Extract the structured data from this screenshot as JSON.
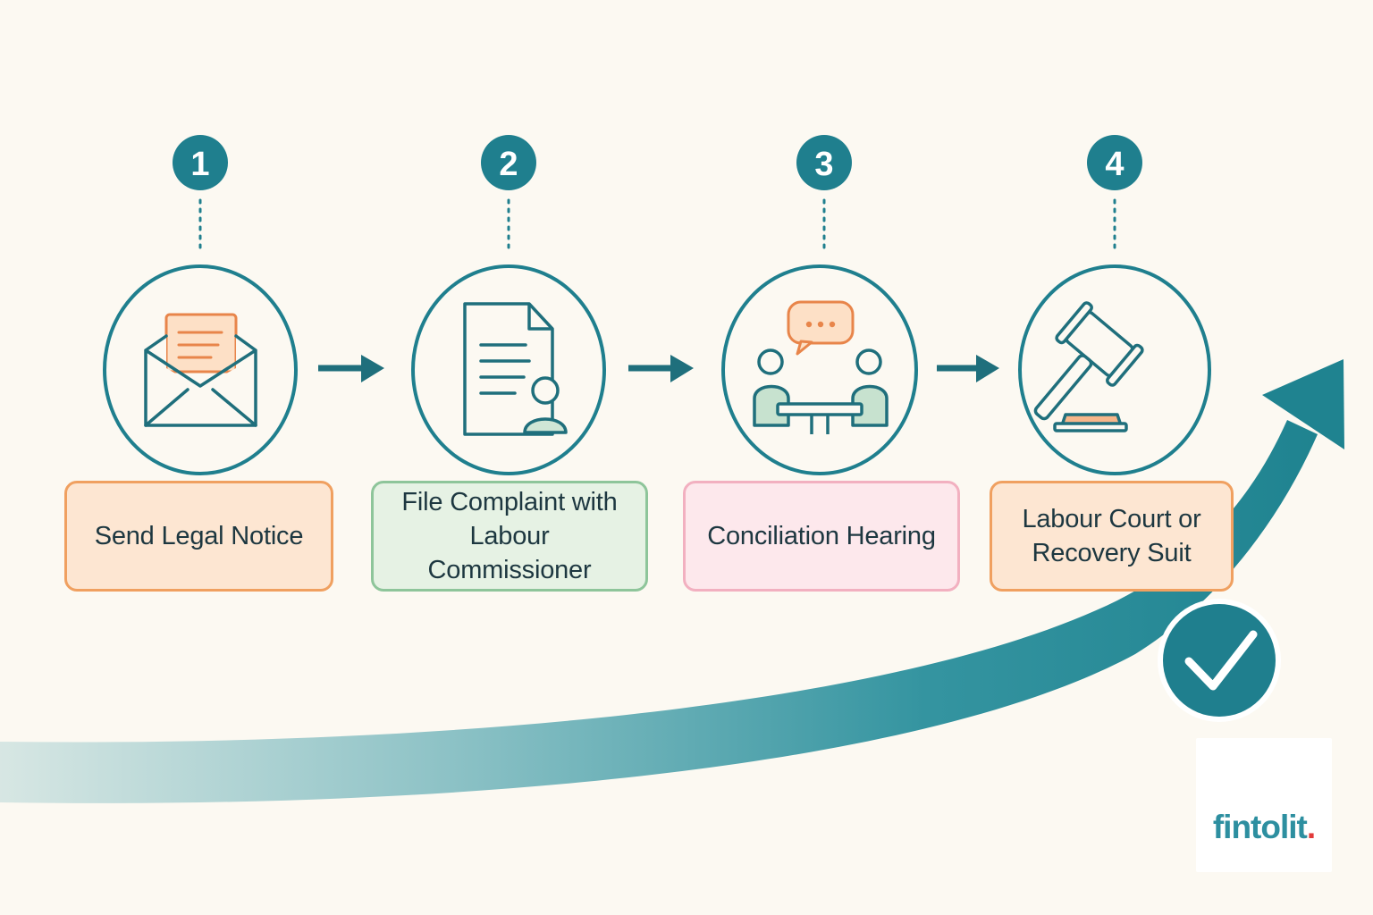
{
  "colors": {
    "teal": "#1f7f8e",
    "teal_light": "#2f9aa6",
    "orange_fill": "#fde6d2",
    "orange_border": "#f0a060",
    "green_fill": "#e6f2e4",
    "green_border": "#8ec59a",
    "pink_fill": "#fde8ec",
    "pink_border": "#f2b0c0",
    "text_dark": "#1d3740"
  },
  "steps": [
    {
      "number": "1",
      "label_lines": [
        "Send Legal Notice"
      ],
      "icon": "envelope-letter-icon",
      "theme": "orange"
    },
    {
      "number": "2",
      "label_lines": [
        "File Complaint with",
        "Labour Commissioner"
      ],
      "icon": "document-user-icon",
      "theme": "green"
    },
    {
      "number": "3",
      "label_lines": [
        "Conciliation Hearing"
      ],
      "icon": "meeting-table-icon",
      "theme": "pink"
    },
    {
      "number": "4",
      "label_lines": [
        "Labour Court or",
        "Recovery Suit"
      ],
      "icon": "gavel-icon",
      "theme": "orange"
    }
  ],
  "completion_icon": "check-icon",
  "logo": {
    "main": "fintolit",
    "dot": "."
  }
}
